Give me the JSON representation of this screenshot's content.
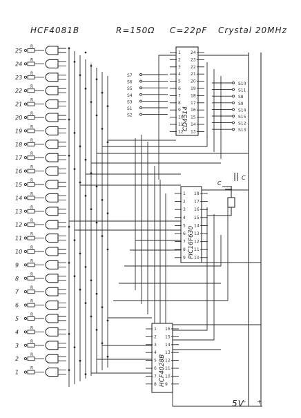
{
  "header": {
    "part": "HCF4081B",
    "resistor": "R=150Ω",
    "capacitor": "C=22pF",
    "crystal": "Crystal 20MHz"
  },
  "chips": {
    "decoder_top": "CD4514",
    "mcu": "PIC16F630",
    "decoder_bottom": "HCF4028B"
  },
  "left_labels": [
    "25",
    "24",
    "23",
    "22",
    "21",
    "20",
    "19",
    "18",
    "17",
    "16",
    "15",
    "14",
    "13",
    "12",
    "11",
    "10",
    "9",
    "8",
    "7",
    "6",
    "5",
    "4",
    "3",
    "2",
    "1"
  ],
  "resistor_mark": "R",
  "s_left": [
    "S7",
    "S6",
    "S5",
    "S4",
    "S3",
    "S1",
    "S2"
  ],
  "s_right": [
    "S10",
    "S11",
    "S8",
    "S9",
    "S14",
    "S15",
    "S12",
    "S13"
  ],
  "cap_mark": "C",
  "cap_mark2": "C",
  "power_label": "5V",
  "plus_label": "+",
  "minus_label": "–",
  "pins_24_left": [
    "1",
    "2",
    "3",
    "4",
    "5",
    "6",
    "7",
    "8",
    "9",
    "10",
    "11",
    "12"
  ],
  "pins_24_right": [
    "24",
    "23",
    "22",
    "21",
    "20",
    "19",
    "18",
    "17",
    "16",
    "15",
    "14",
    "13"
  ],
  "pins_18_left": [
    "1",
    "2",
    "3",
    "4",
    "5",
    "6",
    "7",
    "8",
    "9"
  ],
  "pins_18_right": [
    "18",
    "17",
    "16",
    "15",
    "14",
    "13",
    "12",
    "11",
    "10"
  ],
  "pins_16_left": [
    "1",
    "2",
    "3",
    "4",
    "5",
    "6",
    "7",
    "8"
  ],
  "pins_16_right": [
    "16",
    "15",
    "14",
    "13",
    "12",
    "11",
    "10",
    "9"
  ]
}
